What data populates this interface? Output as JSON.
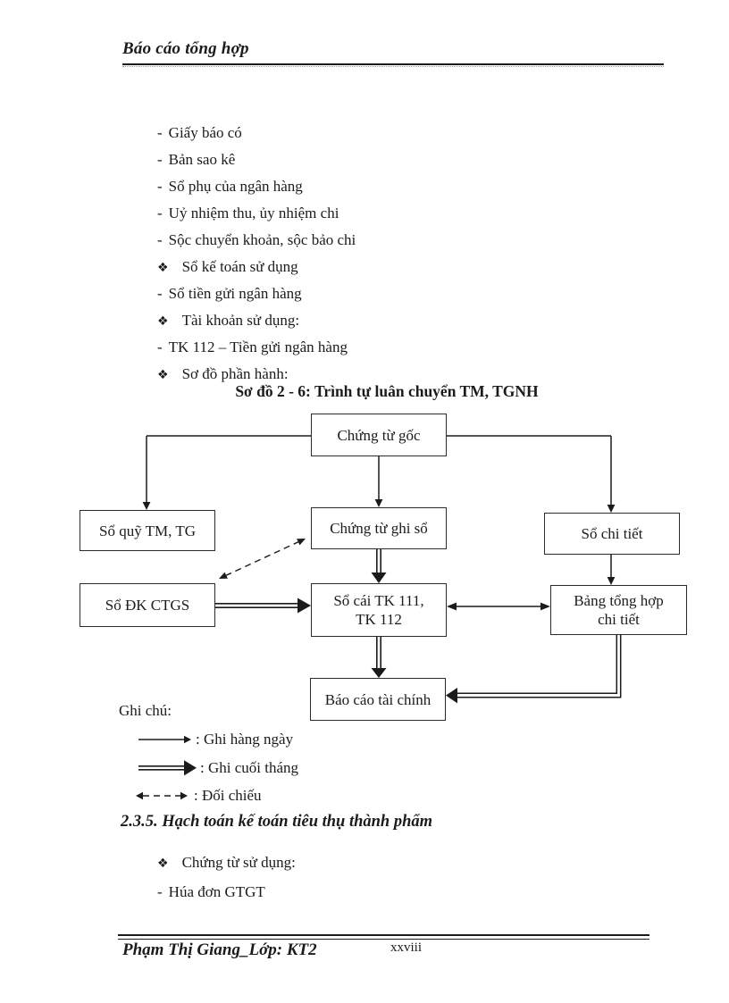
{
  "header": {
    "title": "Báo cáo tổng hợp"
  },
  "intro_list": {
    "items": [
      {
        "marker": "-",
        "text": "Giấy báo có"
      },
      {
        "marker": "-",
        "text": "Bản sao kê"
      },
      {
        "marker": "-",
        "text": "Sổ phụ của ngân hàng"
      },
      {
        "marker": "-",
        "text": "Uỷ nhiệm thu, ủy nhiệm chi"
      },
      {
        "marker": "-",
        "text": "Sộc chuyển khoản, sộc bảo chi"
      },
      {
        "marker": "❖",
        "text": "Sổ kế toán sử dụng"
      },
      {
        "marker": "-",
        "text": "Sổ tiền gửi ngân hàng"
      },
      {
        "marker": "❖",
        "text": "Tài khoản sử dụng:"
      },
      {
        "marker": "-",
        "text": "TK 112 – Tiền gửi ngân hàng"
      },
      {
        "marker": "❖",
        "text": "Sơ đồ phần hành:"
      }
    ]
  },
  "diagram": {
    "title": "Sơ đồ 2 - 6: Trình tự luân chuyển TM, TGNH",
    "boxes": {
      "chung_tu_goc": "Chứng từ gốc",
      "so_quy": "Sổ quỹ TM, TG",
      "chung_tu_ghi_so": "Chứng từ ghi sổ",
      "so_chi_tiet": "Sổ chi tiết",
      "so_dk_ctgs": "Sổ ĐK CTGS",
      "so_cai": "Sổ cái TK 111,\nTK 112",
      "bang_tong_hop": "Bảng tổng hợp\nchi tiết",
      "bao_cao": "Báo cáo tài chính"
    },
    "flows": [
      {
        "from": "Chứng từ gốc",
        "to": "Sổ quỹ TM, TG",
        "style": "ghi hàng ngày"
      },
      {
        "from": "Chứng từ gốc",
        "to": "Chứng từ ghi sổ",
        "style": "ghi hàng ngày"
      },
      {
        "from": "Chứng từ gốc",
        "to": "Sổ chi tiết",
        "style": "ghi hàng ngày"
      },
      {
        "from": "Chứng từ ghi sổ",
        "to": "Sổ cái TK 111, TK 112",
        "style": "ghi cuối tháng"
      },
      {
        "from": "Sổ ĐK CTGS",
        "to": "Sổ cái TK 111, TK 112",
        "style": "ghi cuối tháng"
      },
      {
        "from": "Sổ ĐK CTGS",
        "to": "Chứng từ ghi sổ",
        "style": "đối chiếu (dashed, two-way)"
      },
      {
        "from": "Sổ cái TK 111, TK 112",
        "to": "Bảng tổng hợp chi tiết",
        "style": "two-way"
      },
      {
        "from": "Sổ chi tiết",
        "to": "Bảng tổng hợp chi tiết",
        "style": "ghi hàng ngày"
      },
      {
        "from": "Sổ cái TK 111, TK 112",
        "to": "Báo cáo tài chính",
        "style": "ghi cuối tháng"
      },
      {
        "from": "Bảng tổng hợp chi tiết",
        "to": "Báo cáo tài chính",
        "style": "ghi cuối tháng"
      }
    ],
    "legend": {
      "title": "Ghi chú:",
      "entries": [
        {
          "arrow": "single-arrow",
          "text": ": Ghi hàng ngày"
        },
        {
          "arrow": "double-arrow",
          "text": ": Ghi cuối tháng"
        },
        {
          "arrow": "dashed-double-headed-arrow",
          "text": ": Đối chiếu"
        }
      ]
    }
  },
  "section": {
    "heading": "2.3.5. Hạch toán kế toán tiêu thụ thành phẩm",
    "items": [
      {
        "marker": "❖",
        "text": "Chứng từ sử dụng:"
      },
      {
        "marker": "-",
        "text": "Húa đơn GTGT"
      }
    ]
  },
  "footer": {
    "author": "Phạm Thị Giang_Lớp: KT2",
    "page_number": "xxviii"
  },
  "colors": {
    "ink": "#1b1b1b",
    "paper": "#ffffff"
  }
}
